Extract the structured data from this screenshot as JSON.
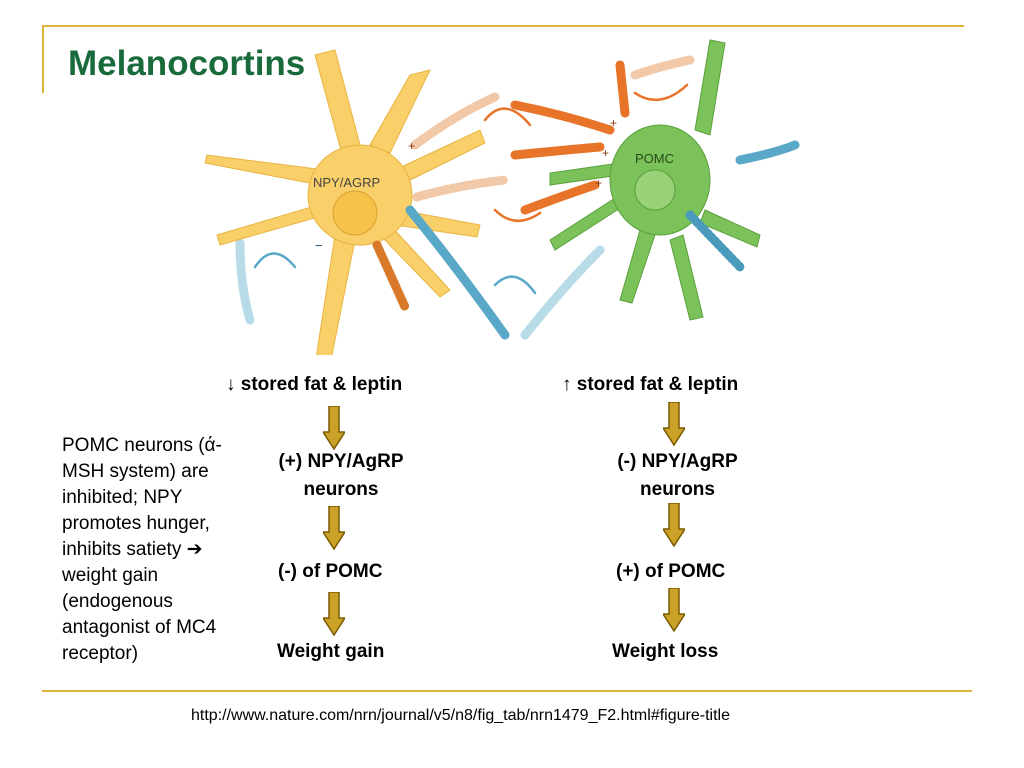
{
  "slide": {
    "title": "Melanocortins",
    "url": "http://www.nature.com/nrn/journal/v5/n8/fig_tab/nrn1479_F2.html#figure-title"
  },
  "figure": {
    "left_neuron_label": "NPY/AGRP",
    "right_neuron_label": "POMC",
    "plus_sign": "+",
    "minus_sign": "−"
  },
  "left_column": {
    "cue": "↓  stored fat & leptin",
    "step1": "(+) NPY/AgRP neurons",
    "step2": "(-) of POMC",
    "outcome": "Weight gain"
  },
  "right_column": {
    "cue": "↑ stored fat & leptin",
    "step1": "(-) NPY/AgRP neurons",
    "step2": "(+) of POMC",
    "outcome": "Weight loss"
  },
  "description": "POMC neurons (ά-MSH system) are inhibited; NPY promotes hunger, inhibits satiety ➔ weight gain (endogenous antagonist of MC4 receptor)",
  "colors": {
    "title": "#1a6b3c",
    "frame": "#e0b53a",
    "arrow_fill": "#c9a227",
    "arrow_stroke": "#7a5a00",
    "agrp_neuron": "#f9cf6a",
    "pomc_neuron": "#7cc25a",
    "orange_axon": "#e8742a",
    "blue_axon": "#5aa8c8"
  }
}
